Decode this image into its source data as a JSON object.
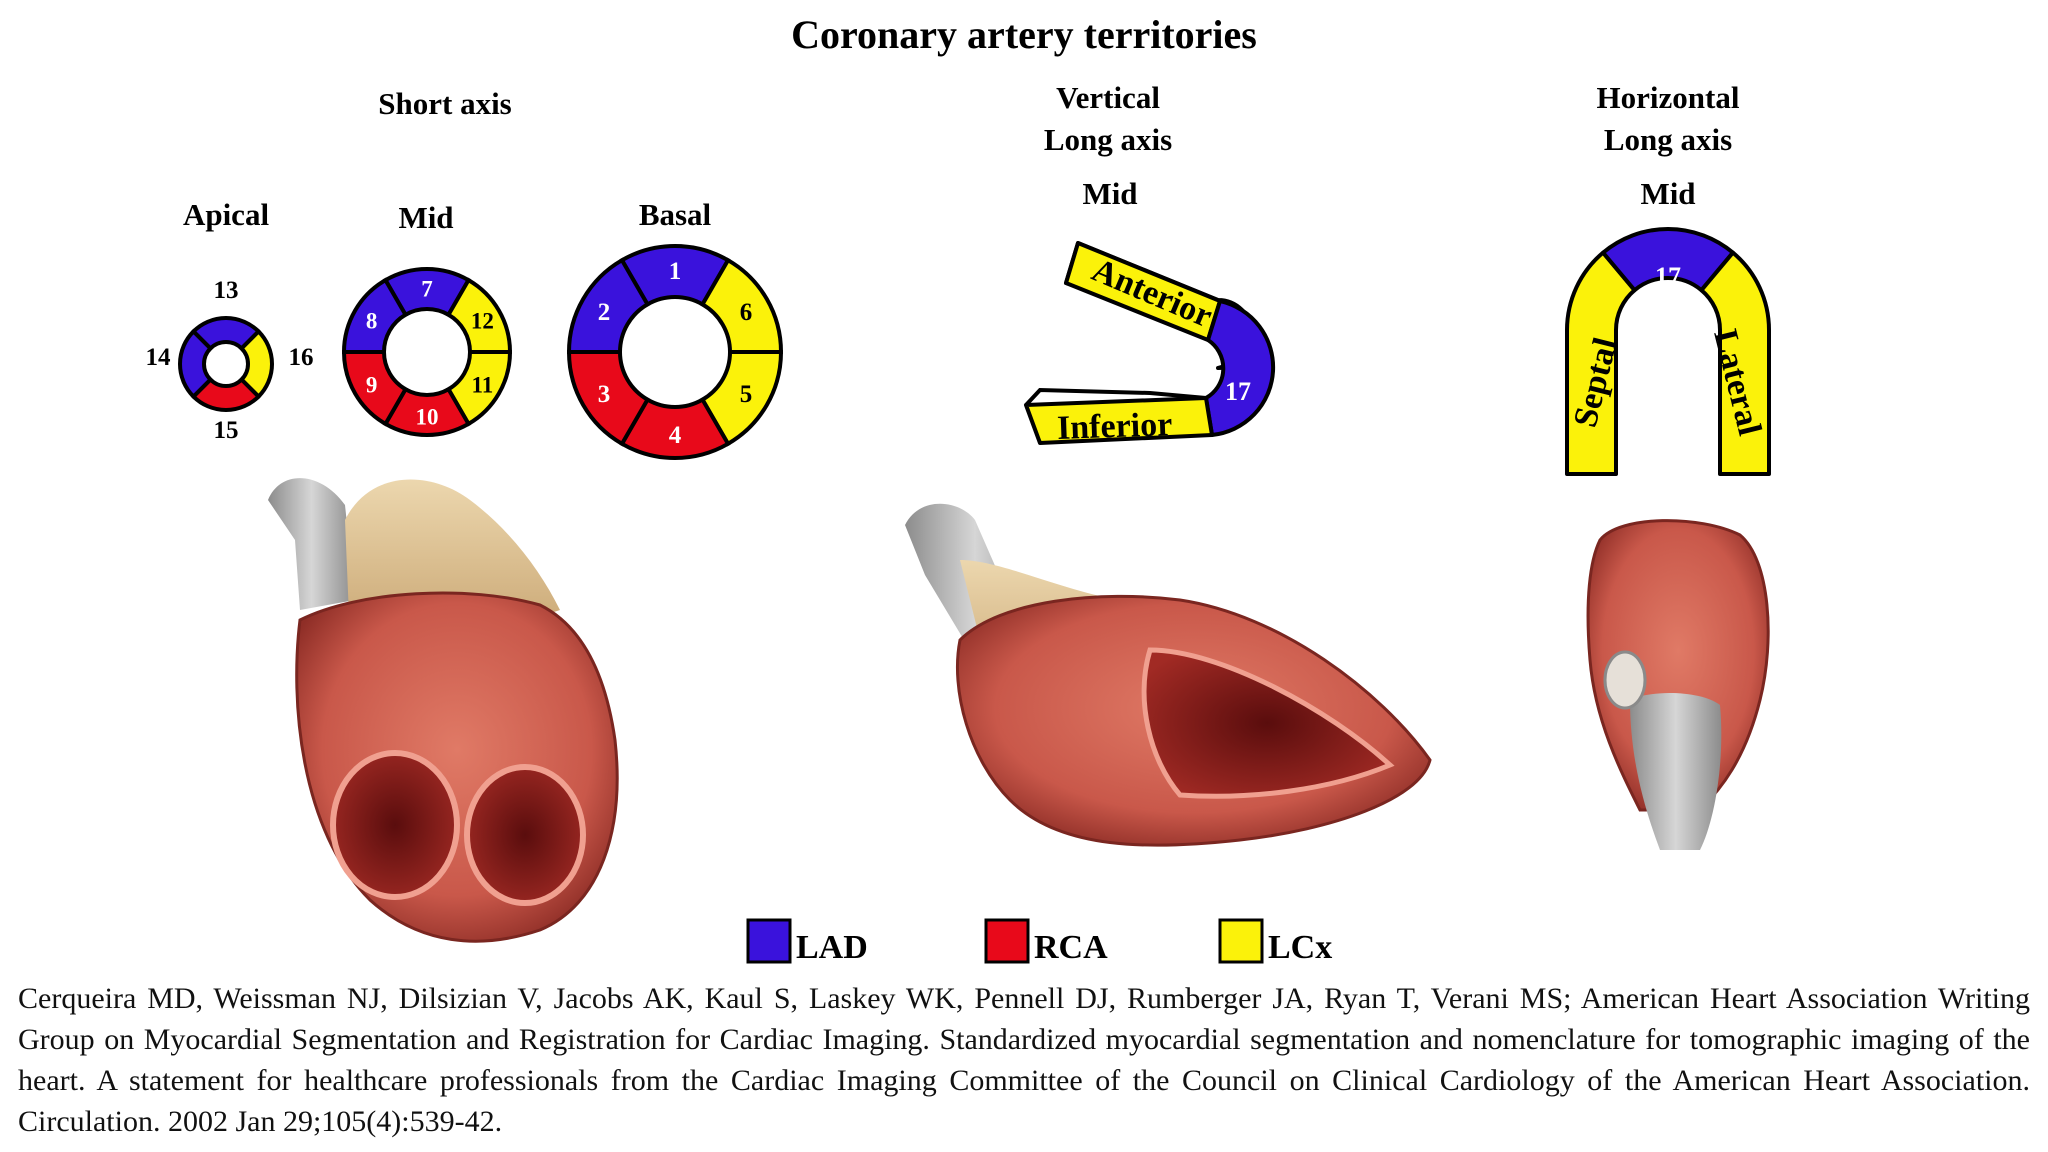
{
  "title": "Coronary artery territories",
  "colors": {
    "LAD": "#3a12dc",
    "RCA": "#e8091a",
    "LCx": "#fbf20a",
    "outline": "#000000",
    "heart_muscle": "#c9584a",
    "heart_vessel": "#a9a9a9",
    "heart_fat": "#e2c79a"
  },
  "headings": {
    "short_axis": "Short axis",
    "vertical_line1": "Vertical",
    "vertical_line2": "Long axis",
    "horizontal_line1": "Horizontal",
    "horizontal_line2": "Long axis",
    "apical": "Apical",
    "mid": "Mid",
    "basal": "Basal",
    "vla_mid": "Mid",
    "hla_mid": "Mid"
  },
  "apical": {
    "label_top": "13",
    "label_left": "14",
    "label_bottom": "15",
    "label_right": "16"
  },
  "mid_segments": {
    "s7": "7",
    "s8": "8",
    "s9": "9",
    "s10": "10",
    "s11": "11",
    "s12": "12"
  },
  "basal_segments": {
    "s1": "1",
    "s2": "2",
    "s3": "3",
    "s4": "4",
    "s5": "5",
    "s6": "6"
  },
  "vertical_long_axis": {
    "anterior": "Anterior",
    "inferior": "Inferior",
    "apex": "17"
  },
  "horizontal_long_axis": {
    "septal": "Septal",
    "lateral": "Lateral",
    "apex": "17"
  },
  "legend": [
    {
      "label": "LAD",
      "color": "#3a12dc"
    },
    {
      "label": "RCA",
      "color": "#e8091a"
    },
    {
      "label": "LCx",
      "color": "#fbf20a"
    }
  ],
  "citation": "Cerqueira MD, Weissman NJ, Dilsizian V, Jacobs AK, Kaul S, Laskey WK, Pennell DJ, Rumberger JA, Ryan T, Verani MS; American Heart Association Writing Group on Myocardial Segmentation and Registration for Cardiac Imaging. Standardized myocardial segmentation and nomenclature for tomographic imaging of the heart. A statement for healthcare professionals from the Cardiac Imaging Committee of the Council on Clinical Cardiology of the American Heart Association. Circulation. 2002 Jan 29;105(4):539-42."
}
